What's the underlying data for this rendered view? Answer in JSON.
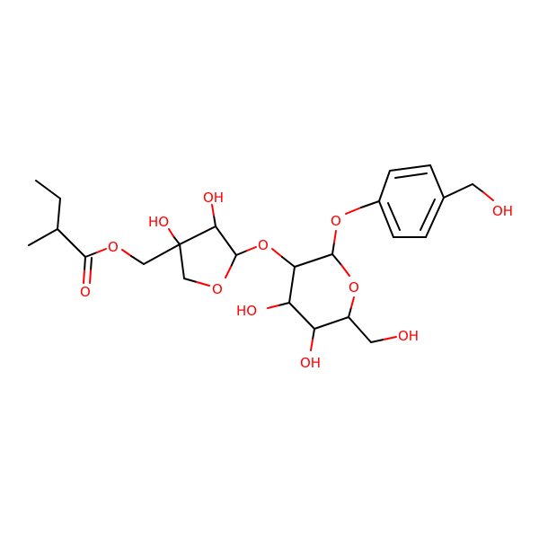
{
  "colors": {
    "carbon_bond": "#000000",
    "oxygen": "#FF0000",
    "background": "#FFFFFF"
  },
  "labels": {
    "ester_carbonyl_o": "O",
    "ester_link_o": "O",
    "furanose_oh_quaternary": "HO",
    "furanose_oh_secondary": "OH",
    "furanose_ring_o": "O",
    "glycosidic_link_o": "O",
    "aryl_ether_o": "O",
    "benzyl_oh": "OH",
    "pyranose_ring_o": "O",
    "pyranose_oh_c2": "HO",
    "pyranose_oh_c3": "OH",
    "pyranose_ch2oh": "OH"
  }
}
